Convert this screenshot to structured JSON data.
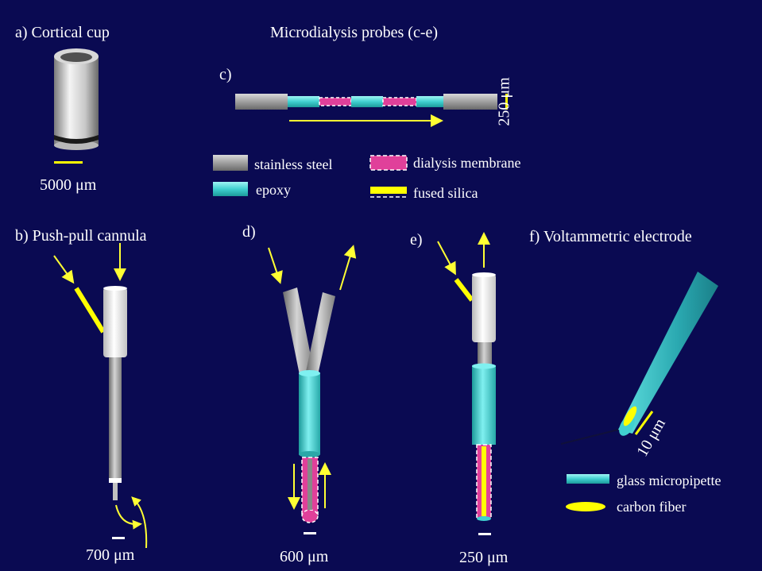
{
  "panels": {
    "a": {
      "label": "a) Cortical cup",
      "scale": "5000 μm"
    },
    "b": {
      "label": "b) Push-pull cannula",
      "scale": "700 μm"
    },
    "c": {
      "label": "c)",
      "scale": "250 μm"
    },
    "d": {
      "label": "d)",
      "scale": "600 μm"
    },
    "e": {
      "label": "e)",
      "scale": "250 μm"
    },
    "f": {
      "label": "f) Voltammetric electrode",
      "scale": "10 μm"
    }
  },
  "microdialysis_title": "Microdialysis probes (c-e)",
  "legend_materials": [
    {
      "label": "stainless steel",
      "color": "#9a9a9a"
    },
    {
      "label": "epoxy",
      "color": "#40d0d0"
    },
    {
      "label": "dialysis membrane",
      "color": "#e0409a"
    },
    {
      "label": "fused silica",
      "color": "#ffff00"
    }
  ],
  "legend_electrode": [
    {
      "label": "glass micropipette",
      "color": "#50c8d0"
    },
    {
      "label": "carbon fiber",
      "color": "#ffff00"
    }
  ],
  "colors": {
    "background": "#0a0a52",
    "arrow": "#ffff33",
    "steel": "#9a9a9a",
    "epoxy": "#40d0d0",
    "membrane": "#e0409a",
    "silica": "#ffff00",
    "white_tube": "#f0f0f0"
  }
}
